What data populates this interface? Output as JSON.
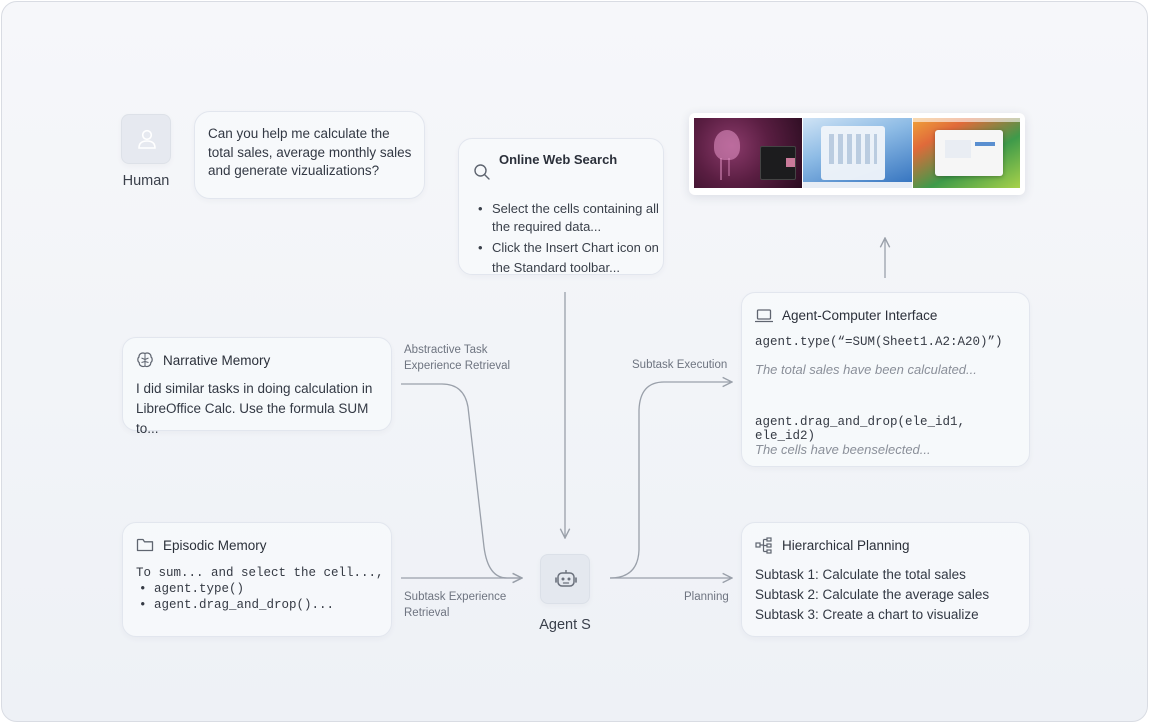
{
  "human": {
    "label": "Human",
    "message": "Can you help me calculate the total sales, average monthly sales and generate vizualizations?"
  },
  "web_search": {
    "title": "Online Web Search",
    "items": [
      "Select the cells containing all the required data...",
      "Click the Insert Chart icon on the Standard toolbar..."
    ]
  },
  "narrative_memory": {
    "title": "Narrative Memory",
    "text": "I did similar tasks in doing calculation in LibreOffice Calc. Use the formula SUM to..."
  },
  "episodic_memory": {
    "title": "Episodic Memory",
    "line1": "To sum... and select the cell...,",
    "line2": "• agent.type()",
    "line3": "• agent.drag_and_drop()..."
  },
  "aci": {
    "title": "Agent-Computer Interface",
    "code1": "agent.type(“=SUM(Sheet1.A2:A20)”)",
    "obs1": "The total sales have been calculated...",
    "code2": "agent.drag_and_drop(ele_id1, ele_id2)",
    "obs2": "The cells  have beenselected..."
  },
  "planning": {
    "title": "Hierarchical Planning",
    "subtasks": [
      "Subtask 1: Calculate the total sales",
      "Subtask 2: Calculate the average sales",
      "Subtask 3: Create a chart to visualize"
    ]
  },
  "agent": {
    "label": "Agent S"
  },
  "flow_labels": {
    "abstractive_line1": "Abstractive Task",
    "abstractive_line2": "Experience Retrieval",
    "subtask_exp_line1": "Subtask Experience",
    "subtask_exp_line2": "Retrieval",
    "subtask_execution": "Subtask Execution",
    "planning": "Planning"
  },
  "screenshots": [
    "ubuntu-desktop",
    "windows-desktop",
    "macos-desktop"
  ],
  "colors": {
    "accent_line": "#9aa0aa",
    "card_bg": "#f7f9fc",
    "text": "#333944",
    "muted": "#8a8f99"
  }
}
